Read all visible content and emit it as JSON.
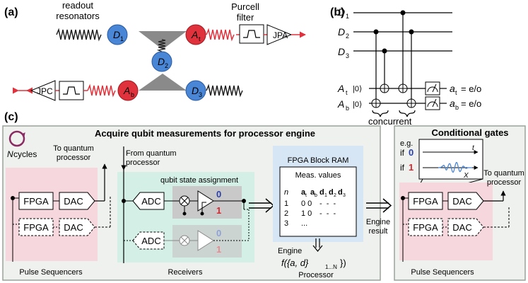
{
  "panel_a": {
    "label": "(a)",
    "readout_resonators": [
      "readout",
      "resonators"
    ],
    "purcell_filter": [
      "Purcell",
      "filter"
    ],
    "jpa": "JPA",
    "jpc": "JPC",
    "qubits": {
      "d1": {
        "letter": "D",
        "sub": "1"
      },
      "d2": {
        "letter": "D",
        "sub": "2"
      },
      "d3": {
        "letter": "D",
        "sub": "3"
      },
      "at": {
        "letter": "A",
        "sub": "t"
      },
      "ab": {
        "letter": "A",
        "sub": "b"
      }
    },
    "colors": {
      "data_qubit": "#4a86d6",
      "ancilla_qubit": "#e0323c",
      "resonator_data": "#222222",
      "resonator_ancilla": "#e0323c",
      "coupler": "#888888"
    }
  },
  "panel_b": {
    "label": "(b)",
    "wires": [
      {
        "letter": "D",
        "sub": "1"
      },
      {
        "letter": "D",
        "sub": "2"
      },
      {
        "letter": "D",
        "sub": "3"
      },
      {
        "letter": "A",
        "sub": "t",
        "init": "|0⟩"
      },
      {
        "letter": "A",
        "sub": "b",
        "init": "|0⟩"
      }
    ],
    "outcomes": [
      {
        "letter": "a",
        "sub": "t",
        "text": "= e/o"
      },
      {
        "letter": "a",
        "sub": "b",
        "text": "= e/o"
      }
    ],
    "concurrent": "concurrent"
  },
  "panel_c": {
    "label": "(c)",
    "title": "Acquire qubit measurements for processor engine",
    "cycles": {
      "n": "N",
      "text": " cycles"
    },
    "pulse_left": {
      "to_quantum": [
        "To quantum",
        "processor"
      ],
      "fpga": "FPGA",
      "dac": "DAC",
      "caption": "Pulse Sequencers"
    },
    "receivers": {
      "from_quantum": [
        "From quantum",
        "processor"
      ],
      "assignment": "qubit state assignment",
      "adc": "ADC",
      "bit0": "0",
      "bit1": "1",
      "caption": "Receivers"
    },
    "processor": {
      "ram_title": "FPGA Block RAM",
      "meas_title": "Meas. values",
      "headers": [
        "n",
        "a",
        "a",
        "d",
        "d",
        "d"
      ],
      "header_subs": [
        "",
        "t",
        "b",
        "1",
        "2",
        "3"
      ],
      "rows": [
        [
          "1",
          "0 0",
          "-  -  -"
        ],
        [
          "2",
          "1 0",
          "-  -  -"
        ],
        [
          "3",
          "...",
          ""
        ]
      ],
      "engine_label": "Engine",
      "engine_formula": "f({a, d}",
      "engine_sub": "1...N",
      "caption": "Processor"
    },
    "engine_result": [
      "Engine",
      "result"
    ],
    "conditional": {
      "title": "Conditional gates",
      "eg": "e.g.",
      "if0": "if ",
      "if0_val": "0",
      "if1": "if ",
      "if1_val": "1",
      "axis_t": "t",
      "pulse_x": "X",
      "to_quantum": [
        "To quantum",
        "processor"
      ],
      "fpga": "FPGA",
      "dac": "DAC",
      "caption": "Pulse Sequencers"
    },
    "colors": {
      "pink": "#f7d7de",
      "mint": "#d3efe6",
      "blue_bg": "#d7e6f5",
      "gray_panel": "#eef1ee",
      "gray_box": "#c9c9c9",
      "blue_bit": "#2b3fa8",
      "red_bit": "#d6282f"
    }
  }
}
